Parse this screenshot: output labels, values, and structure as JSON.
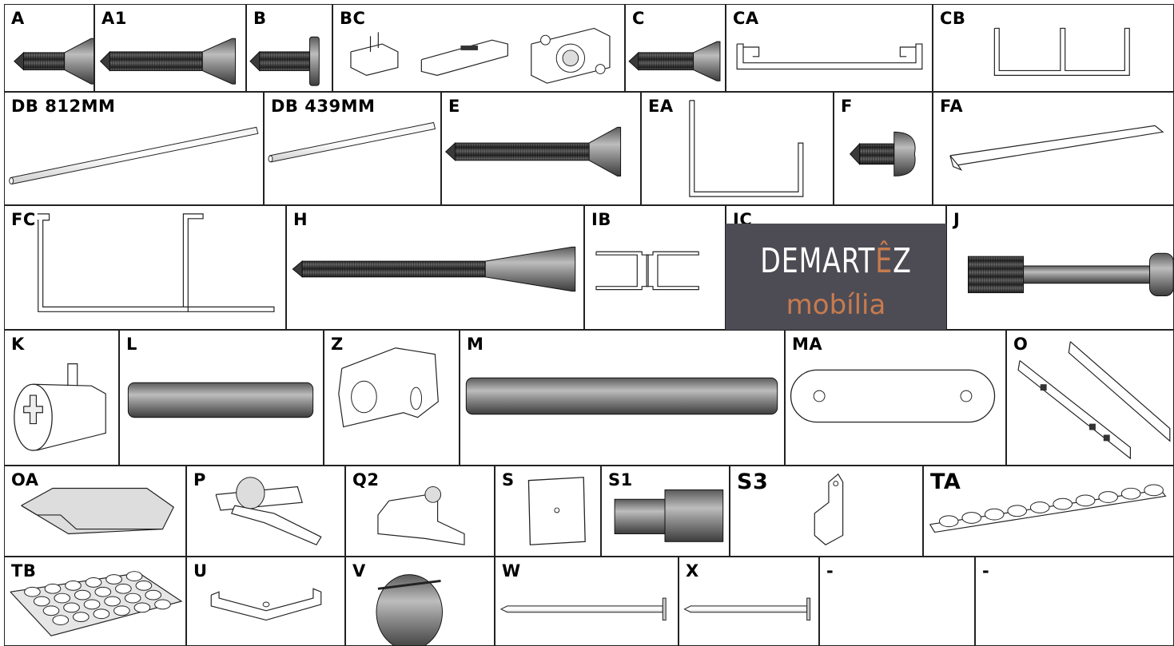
{
  "sheet": {
    "rows": [
      [
        {
          "label": "A",
          "art": "countersunk-screw-short"
        },
        {
          "label": "A1",
          "art": "countersunk-screw-long"
        },
        {
          "label": "B",
          "art": "flat-head-screw"
        },
        {
          "label": "BC",
          "art": "sliding-hardware-set"
        },
        {
          "label": "C",
          "art": "countersunk-screw-medium"
        },
        {
          "label": "CA",
          "art": "double-channel-profile"
        },
        {
          "label": "CB",
          "art": "h-divider-profile"
        }
      ],
      [
        {
          "label": "DB 812MM",
          "art": "long-rod"
        },
        {
          "label": "DB 439MM",
          "art": "short-rod"
        },
        {
          "label": "E",
          "art": "long-countersunk-screw"
        },
        {
          "label": "EA",
          "art": "u-profile-tall"
        },
        {
          "label": "F",
          "art": "round-head-screw"
        },
        {
          "label": "FA",
          "art": "angle-strip"
        }
      ],
      [
        {
          "label": "FC",
          "art": "wide-c-profile"
        },
        {
          "label": "H",
          "art": "extra-long-screw"
        },
        {
          "label": "IB",
          "art": "h-profile"
        },
        {
          "label": "IC",
          "art": "logo-overlay"
        },
        {
          "label": "J",
          "art": "connector-bolt"
        }
      ],
      [
        {
          "label": "K",
          "art": "cam-housing"
        },
        {
          "label": "L",
          "art": "short-dowel"
        },
        {
          "label": "Z",
          "art": "angle-bracket"
        },
        {
          "label": "M",
          "art": "long-dowel"
        },
        {
          "label": "MA",
          "art": "connecting-plate"
        },
        {
          "label": "O",
          "art": "drawer-rail-pair"
        }
      ],
      [
        {
          "label": "OA",
          "art": "bag-pad"
        },
        {
          "label": "P",
          "art": "hinge"
        },
        {
          "label": "Q2",
          "art": "hinge-plate"
        },
        {
          "label": "S",
          "art": "square-pad"
        },
        {
          "label": "S1",
          "art": "cylinder-stop"
        },
        {
          "label": "S3",
          "art": "rod-holder"
        },
        {
          "label": "TA",
          "art": "shelf-pin-strip"
        }
      ],
      [
        {
          "label": "TB",
          "art": "felt-pad-sheet"
        },
        {
          "label": "U",
          "art": "u-clip"
        },
        {
          "label": "V",
          "art": "cam-lock"
        },
        {
          "label": "W",
          "art": "long-nail"
        },
        {
          "label": "X",
          "art": "short-nail"
        },
        {
          "label": "-",
          "art": "empty"
        },
        {
          "label": "-",
          "art": "empty"
        }
      ]
    ]
  },
  "logo": {
    "line1_before": "DEMART",
    "line1_accent": "Ê",
    "line1_after": "Z",
    "line2": "mobília",
    "background": "#4d4c55",
    "accent_color": "#c77b4e"
  },
  "colors": {
    "border": "#222222",
    "metal_dark": "#3a3a3a",
    "metal_mid": "#7a7a7a",
    "metal_light": "#c9c9c9"
  }
}
